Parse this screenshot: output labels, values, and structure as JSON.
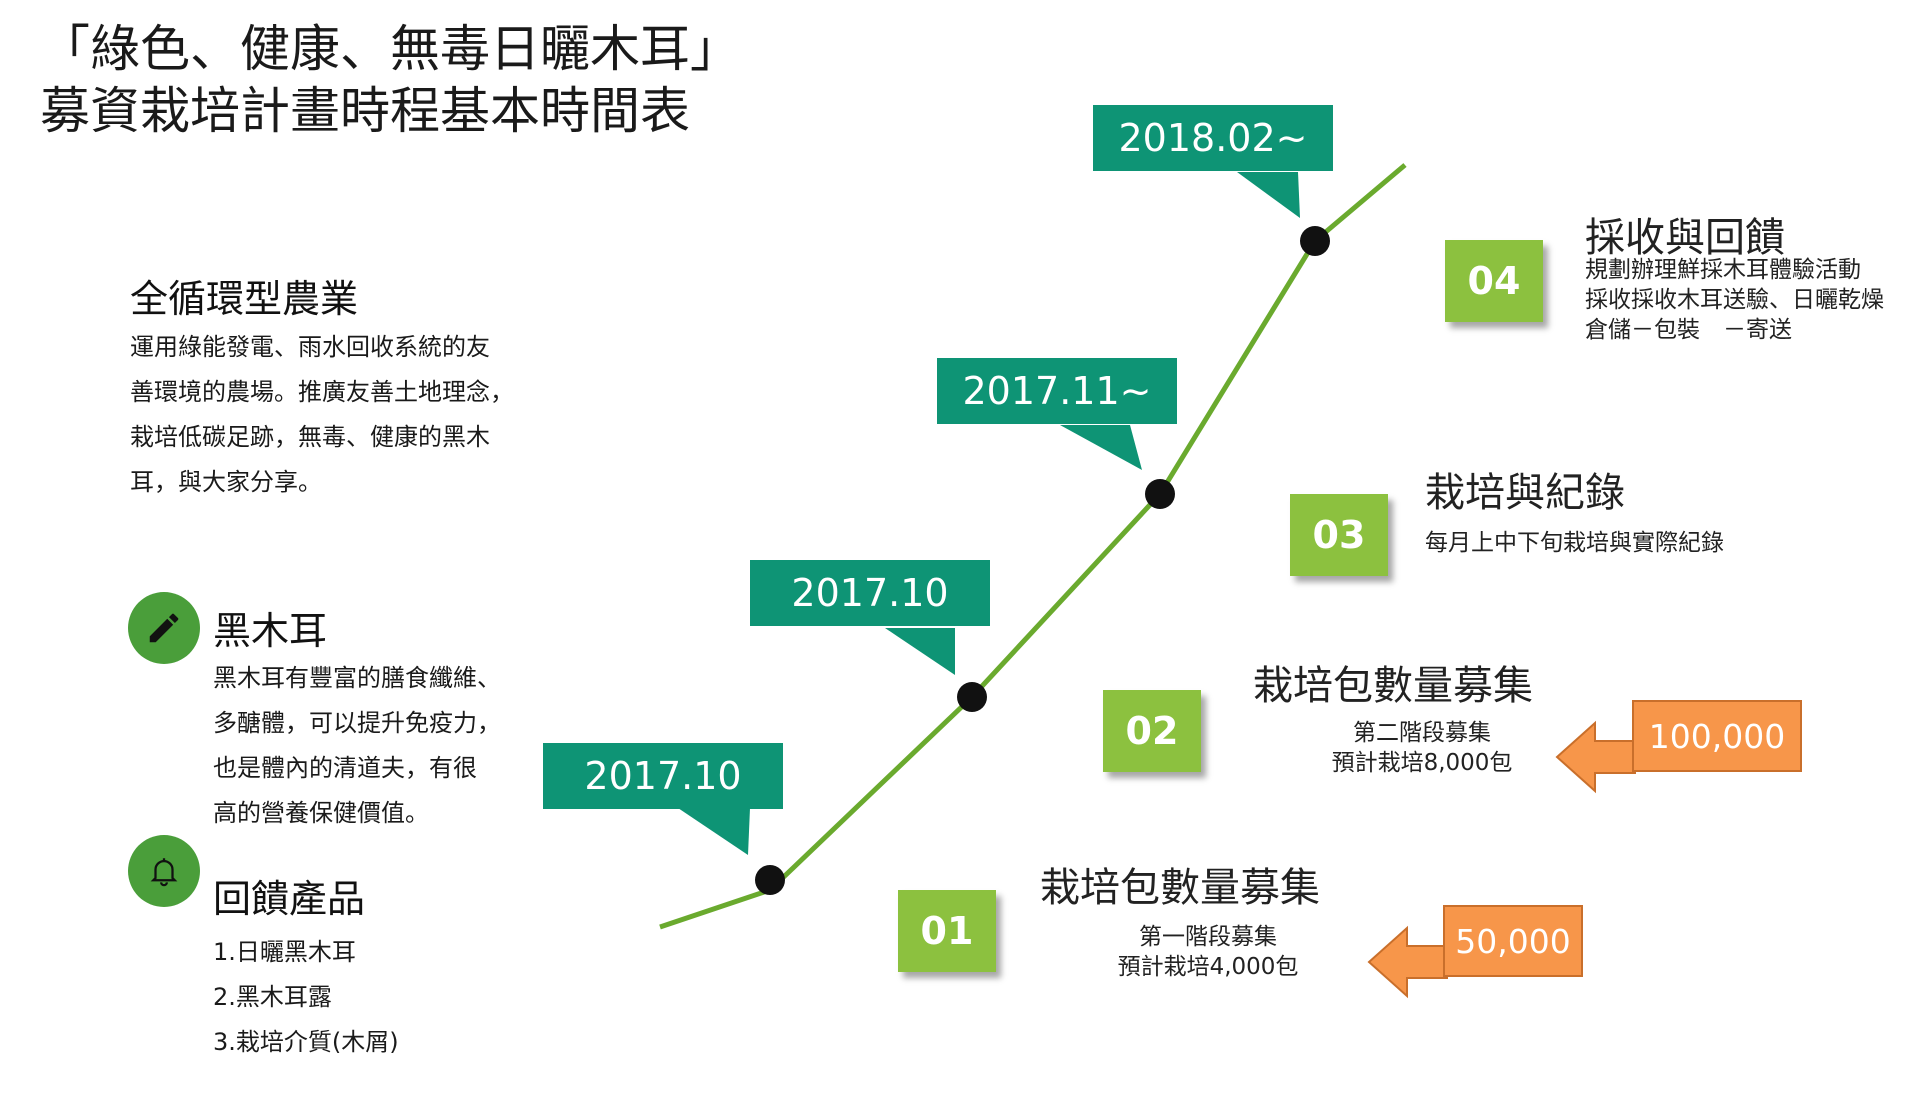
{
  "title": {
    "line1": "「綠色、健康、無毒日曬木耳」",
    "line2": "募資栽培計畫時程基本時間表"
  },
  "left": {
    "section1": {
      "heading": "全循環型農業",
      "lines": [
        "運用綠能發電、雨水回收系統的友",
        "善環境的農場。推廣友善土地理念，",
        "栽培低碳足跡，無毒、健康的黑木",
        "耳，與大家分享。"
      ]
    },
    "section2": {
      "icon": "pencil-icon",
      "heading": "黑木耳",
      "lines": [
        "黑木耳有豐富的膳食纖維、",
        "多醣體，可以提升免疫力，",
        "也是體內的清道夫，有很",
        "高的營養保健價值。"
      ]
    },
    "section3": {
      "icon": "bell-icon",
      "heading": "回饋產品",
      "items": [
        "1.日曬黑木耳",
        "2.黑木耳露",
        "3.栽培介質(木屑)"
      ]
    }
  },
  "timeline": {
    "line_color": "#6aaa2e",
    "bubble_color": "#0e9475",
    "badge_color": "#8cc13f",
    "amount_color": "#f7964a",
    "dates": [
      "2017.10",
      "2017.10",
      "2017.11~",
      "2018.02~"
    ],
    "stages": [
      {
        "badge": "01",
        "title": "栽培包數量募集",
        "desc": [
          "第一階段募集",
          "預計栽培4,000包"
        ],
        "amount": "50,000"
      },
      {
        "badge": "02",
        "title": "栽培包數量募集",
        "desc": [
          "第二階段募集",
          "預計栽培8,000包"
        ],
        "amount": "100,000"
      },
      {
        "badge": "03",
        "title": "栽培與紀錄",
        "desc": [
          "每月上中下旬栽培與實際紀錄"
        ]
      },
      {
        "badge": "04",
        "title": "採收與回饋",
        "desc": [
          "規劃辦理鮮採木耳體驗活動",
          "採收採收木耳送驗、日曬乾燥",
          "倉儲－包裝　－寄送"
        ]
      }
    ]
  }
}
